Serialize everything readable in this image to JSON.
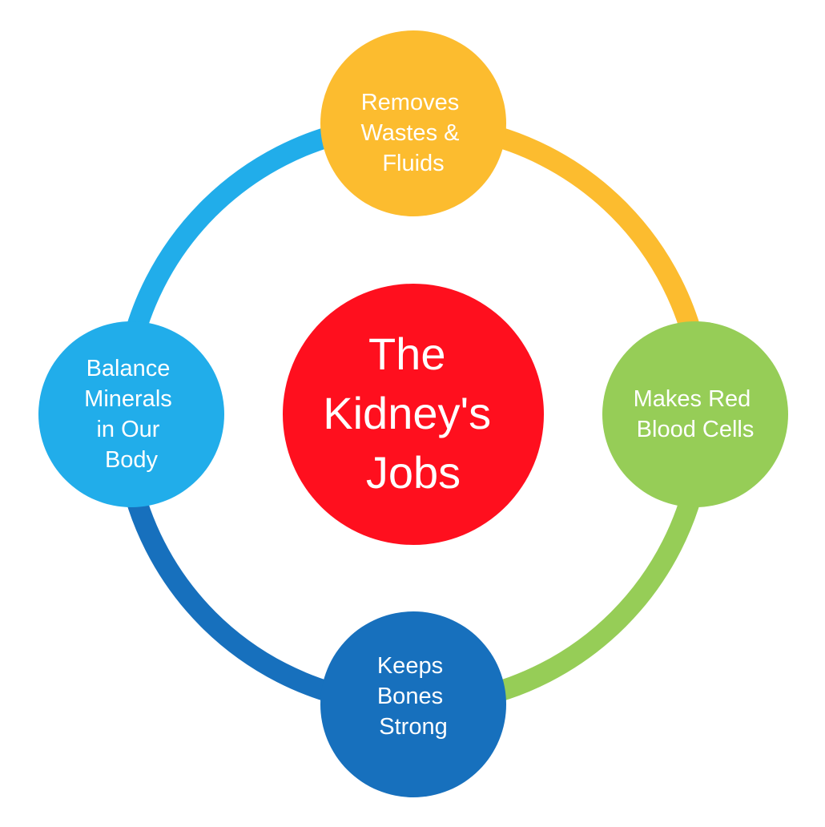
{
  "center": {
    "lines": [
      "The",
      "Kidney's",
      "Jobs"
    ],
    "color": "#ff0f1e"
  },
  "nodes": {
    "top": {
      "lines": [
        "Removes",
        "Wastes &",
        "Fluids"
      ],
      "color": "#fcbc2f"
    },
    "right": {
      "lines": [
        "Makes Red",
        "Blood Cells"
      ],
      "color": "#96cd57"
    },
    "bottom": {
      "lines": [
        "Keeps",
        "Bones",
        "Strong"
      ],
      "color": "#1770bd"
    },
    "left": {
      "lines": [
        "Balance",
        "Minerals",
        "in Our",
        "Body"
      ],
      "color": "#21adea"
    }
  },
  "ring_colors": {
    "top_to_right": "#fcbc2f",
    "right_to_bottom": "#96cd57",
    "bottom_to_left": "#1770bd",
    "left_to_top": "#21adea"
  }
}
